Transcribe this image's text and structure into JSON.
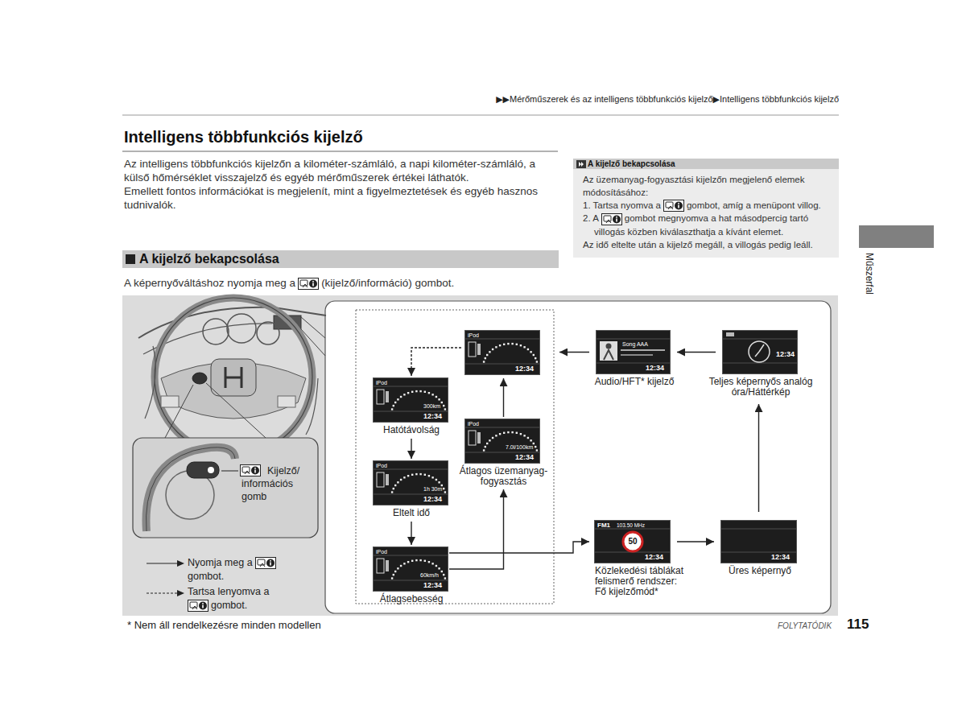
{
  "diagram": {
    "title": "Intelligens többfunkciós kijelző",
    "nodes": [
      {
        "text": [
          "A kijelző bekapcsolása",
          "Az üzemanyag-fogyasztási kijelzőn megjelenő elemek módosításához:",
          "1. Tartsa nyomva a",
          "gombot, amíg a menüpont villog.",
          "2. A",
          "gombot megnyomva a hat másodpercig tartó villogás közben kiválaszthatja a kívánt elemet.",
          "Az idő eltelte után a kijelző megáll, a villogás pedig leáll."
        ]
      },
      {
        "text": [
          "A kijelző bekapcsolása"
        ]
      },
      {
        "text": [
          "iPod",
          "12:34"
        ]
      },
      {
        "text": [
          "Hatótávolság",
          "iPod",
          "300km",
          "12:34"
        ]
      },
      {
        "text": [
          "Eltelt idő",
          "iPod",
          "1h 30m",
          "12:34"
        ]
      },
      {
        "text": [
          "Átlagsebesség",
          "iPod",
          "60km/h",
          "12:34"
        ]
      },
      {
        "text": [
          "Átlagos üzemanyag-fogyasztás",
          "iPod",
          "7.0l/100km",
          "12:34"
        ]
      },
      {
        "text": [
          "Audio/HFT* kijelző",
          "Song AAA",
          "12:34"
        ]
      },
      {
        "text": [
          "Teljes képernyős analóg óra/Háttérkép",
          "12:34"
        ]
      },
      {
        "text": [
          "Közlekedési táblákat felismerő rendszer: Fő kijelzőmód*",
          "FM1",
          "103.50 MHz",
          "50",
          "12:34"
        ]
      },
      {
        "text": [
          "Üres képernyő",
          "12:34"
        ]
      }
    ],
    "edges": [
      {
        "from": 2,
        "to": 3,
        "arrow": "to"
      },
      {
        "from": 3,
        "to": 4,
        "arrow": "to"
      },
      {
        "from": 4,
        "to": 5,
        "arrow": "to"
      },
      {
        "from": 5,
        "to": 6,
        "arrow": "to"
      },
      {
        "from": 6,
        "to": 2,
        "arrow": "to"
      },
      {
        "from": 7,
        "to": 2,
        "arrow": "to"
      },
      {
        "from": 8,
        "to": 7,
        "arrow": "to"
      },
      {
        "from": 5,
        "to": 9,
        "arrow": "to"
      },
      {
        "from": 9,
        "to": 10,
        "arrow": "to"
      },
      {
        "from": 10,
        "to": 8,
        "arrow": "to"
      }
    ],
    "labels": [
      "▶▶Mérőműszerek és az intelligens többfunkciós kijelző▶Intelligens többfunkciós kijelző",
      "Az intelligens többfunkciós kijelzőn a kilométer-számláló, a napi kilométer-számláló, a külső hőmérséklet visszajelző és egyéb mérőműszerek értékei láthatók.",
      "Emellett fontos információkat is megjelenít, mint a figyelmeztetések és egyéb hasznos tudnivalók.",
      "A képernyőváltáshoz nyomja meg a",
      "(kijelző/információ) gombot.",
      "Műszerfal",
      "Kijelző/ információs gomb",
      "gombot.",
      "gombot.",
      "* Nem áll rendelkezésre minden modellen",
      "FOLYTATÓDIK",
      "115"
    ],
    "legend": [
      {
        "text": "Nyomja meg a"
      },
      {
        "text": "Tartsa lenyomva a"
      }
    ]
  }
}
